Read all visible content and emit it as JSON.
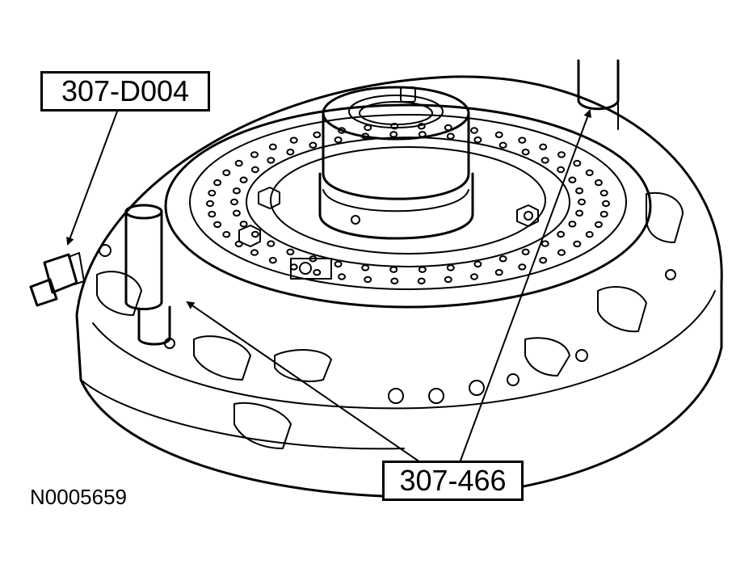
{
  "callouts": {
    "tool_a": "307-D004",
    "tool_b": "307-466"
  },
  "figure_id": "N0005659",
  "colors": {
    "ink": "#000000",
    "paper": "#ffffff"
  }
}
